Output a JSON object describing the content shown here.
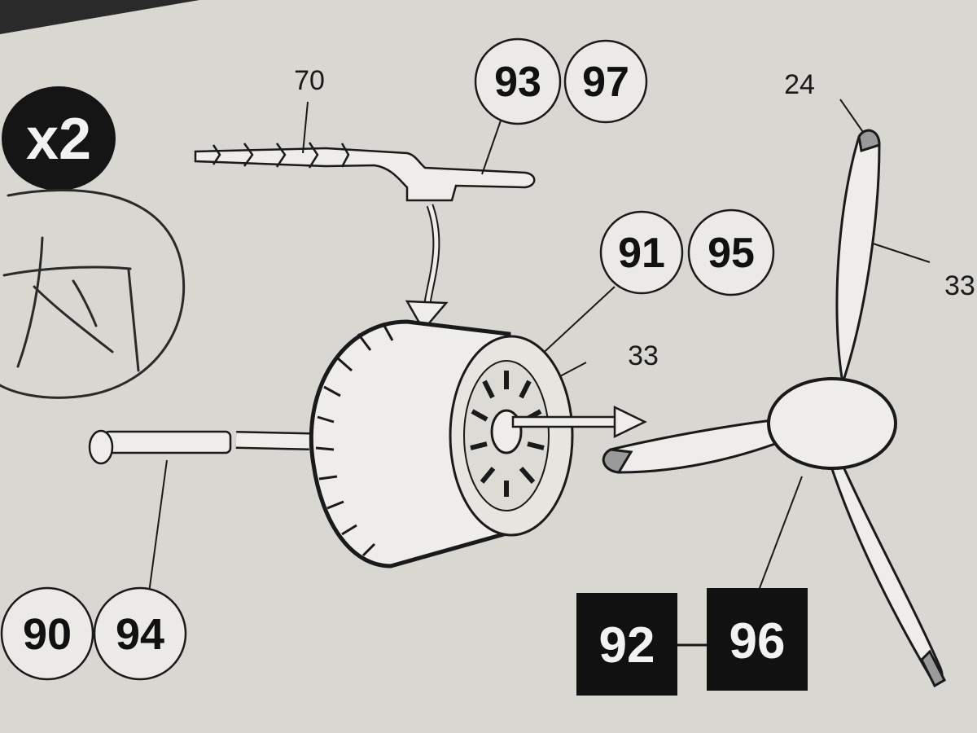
{
  "diagram": {
    "multiplier": "x2",
    "part_labels": {
      "sprue_part": "70",
      "blade_tip": "24",
      "blade_right_edge": "33",
      "engine_center": "33"
    },
    "callouts": {
      "sprue_group": [
        "93",
        "97"
      ],
      "engine_group": [
        "91",
        "95"
      ],
      "axle_group": [
        "90",
        "94"
      ],
      "propeller_group": [
        "92",
        "96"
      ]
    },
    "colors": {
      "paper": "#d9d7d2",
      "ink": "#1a1a1a",
      "tip_paint": "#9a9a9a",
      "callout_fill": "#ebeae6",
      "box_fill": "#111111"
    }
  }
}
